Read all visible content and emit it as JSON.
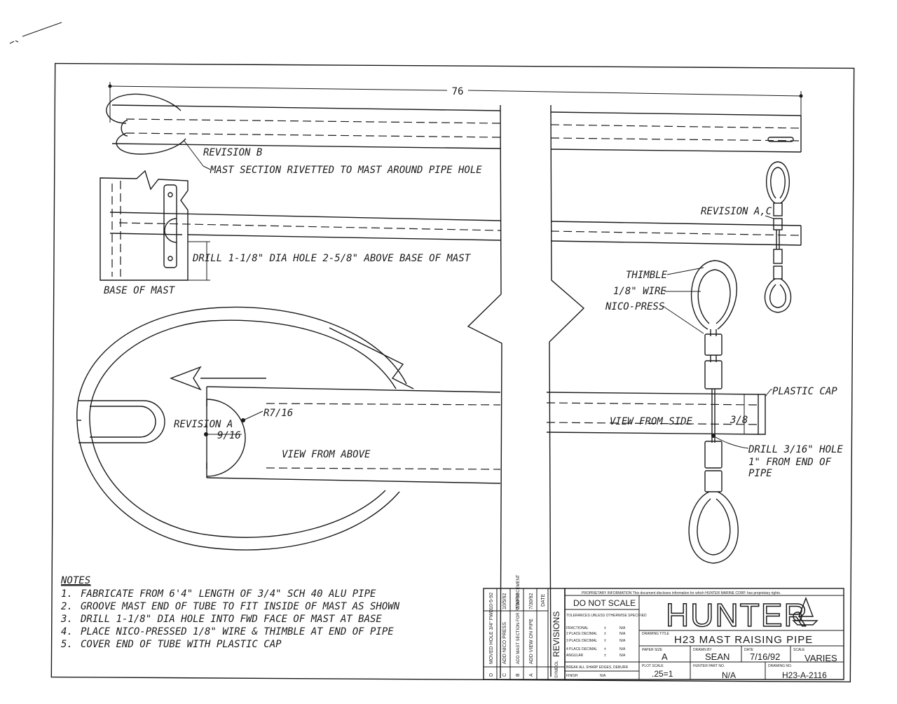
{
  "dimension_overall": "76",
  "labels": {
    "revision_b": "REVISION B",
    "mast_section_note": "MAST SECTION RIVETTED TO MAST AROUND PIPE HOLE",
    "drill_base_note": "DRILL 1-1/8\" DIA HOLE 2-5/8\" ABOVE BASE OF MAST",
    "base_of_mast": "BASE OF MAST",
    "revision_ac": "REVISION A,C",
    "thimble": "THIMBLE",
    "wire": "1/8\" WIRE",
    "nico_press": "NICO-PRESS",
    "plastic_cap": "PLASTIC CAP",
    "view_from_side": "VIEW FROM SIDE",
    "dim_3_8": "3/8",
    "drill_hole_line1": "DRILL 3/16\" HOLE",
    "drill_hole_line2": "1\" FROM END OF",
    "drill_hole_line3": "PIPE",
    "revision_a": "REVISION A",
    "r7_16": "R7/16",
    "dim_9_16": "9/16",
    "view_from_above": "VIEW FROM ABOVE"
  },
  "notes": {
    "heading": "NOTES",
    "items": [
      {
        "num": "1.",
        "text": "FABRICATE FROM 6'4\" LENGTH OF 3/4\" SCH 40 ALU PIPE"
      },
      {
        "num": "2.",
        "text": "GROOVE MAST END OF TUBE TO FIT INSIDE OF MAST AS SHOWN"
      },
      {
        "num": "3.",
        "text": "DRILL 1-1/8\" DIA HOLE INTO FWD FACE OF MAST AT BASE"
      },
      {
        "num": "4.",
        "text": "PLACE NICO-PRESSED 1/8\" WIRE & THIMBLE AT END OF PIPE"
      },
      {
        "num": "5.",
        "text": "COVER END OF TUBE WITH PLASTIC CAP"
      }
    ]
  },
  "revisions": {
    "title": "REVISIONS",
    "symbol_header": "SYMBOL",
    "date_header": "DATE",
    "rows": [
      {
        "symbol": "D",
        "desc": "MOVED HOLE 3/4\" FWD",
        "date": "10-5-92"
      },
      {
        "symbol": "C",
        "desc": "ADD NICO PRESS",
        "date": "10/5/92"
      },
      {
        "symbol": "B",
        "desc": "ADD MAST SECTION FOR REINFORCEMENT",
        "date": "7/30/92"
      },
      {
        "symbol": "A",
        "desc": "ADD VIEW ON PIPE",
        "date": "7/30/92"
      }
    ]
  },
  "title_block": {
    "proprietary": "PROPRIETARY INFORMATION This document discloses information for which HUNTER MARINE CORP. has proprietary rights.",
    "do_not_scale": "DO NOT SCALE",
    "tolerances_heading": "TOLERANCES UNLESS OTHERWISE SPECIFIED",
    "tolerances": [
      {
        "label": "FRACTIONAL",
        "pm": "±",
        "value": "N/A"
      },
      {
        "label": "2 PLACE DECIMAL",
        "pm": "±",
        "value": "N/A"
      },
      {
        "label": "3 PLACE DECIMAL",
        "pm": "±",
        "value": "N/A"
      },
      {
        "label": "4 PLACE DECIMAL",
        "pm": "±",
        "value": "N/A"
      },
      {
        "label": "ANGULAR",
        "pm": "±",
        "value": "N/A"
      }
    ],
    "break_edges": "BREAK ALL SHARP EDGES, DEBURR",
    "finish_label": "FINISH",
    "finish_value": "N/A",
    "company": "HUNTER",
    "drawing_title_label": "DRAWING TITLE",
    "drawing_title": "H23 MAST RAISING PIPE",
    "paper_size_label": "PAPER SIZE",
    "paper_size": "A",
    "drawn_by_label": "DRAWN BY",
    "drawn_by": "SEAN",
    "date_label": "DATE",
    "date": "7/16/92",
    "scale_label": "SCALE",
    "scale": "VARIES",
    "plot_scale_label": "PLOT SCALE",
    "plot_scale": ".25=1",
    "part_no_label": "HUNTER PART NO.",
    "part_no": "N/A",
    "drawing_no_label": "DRAWING NO.",
    "drawing_no": "H23-A-2116"
  }
}
